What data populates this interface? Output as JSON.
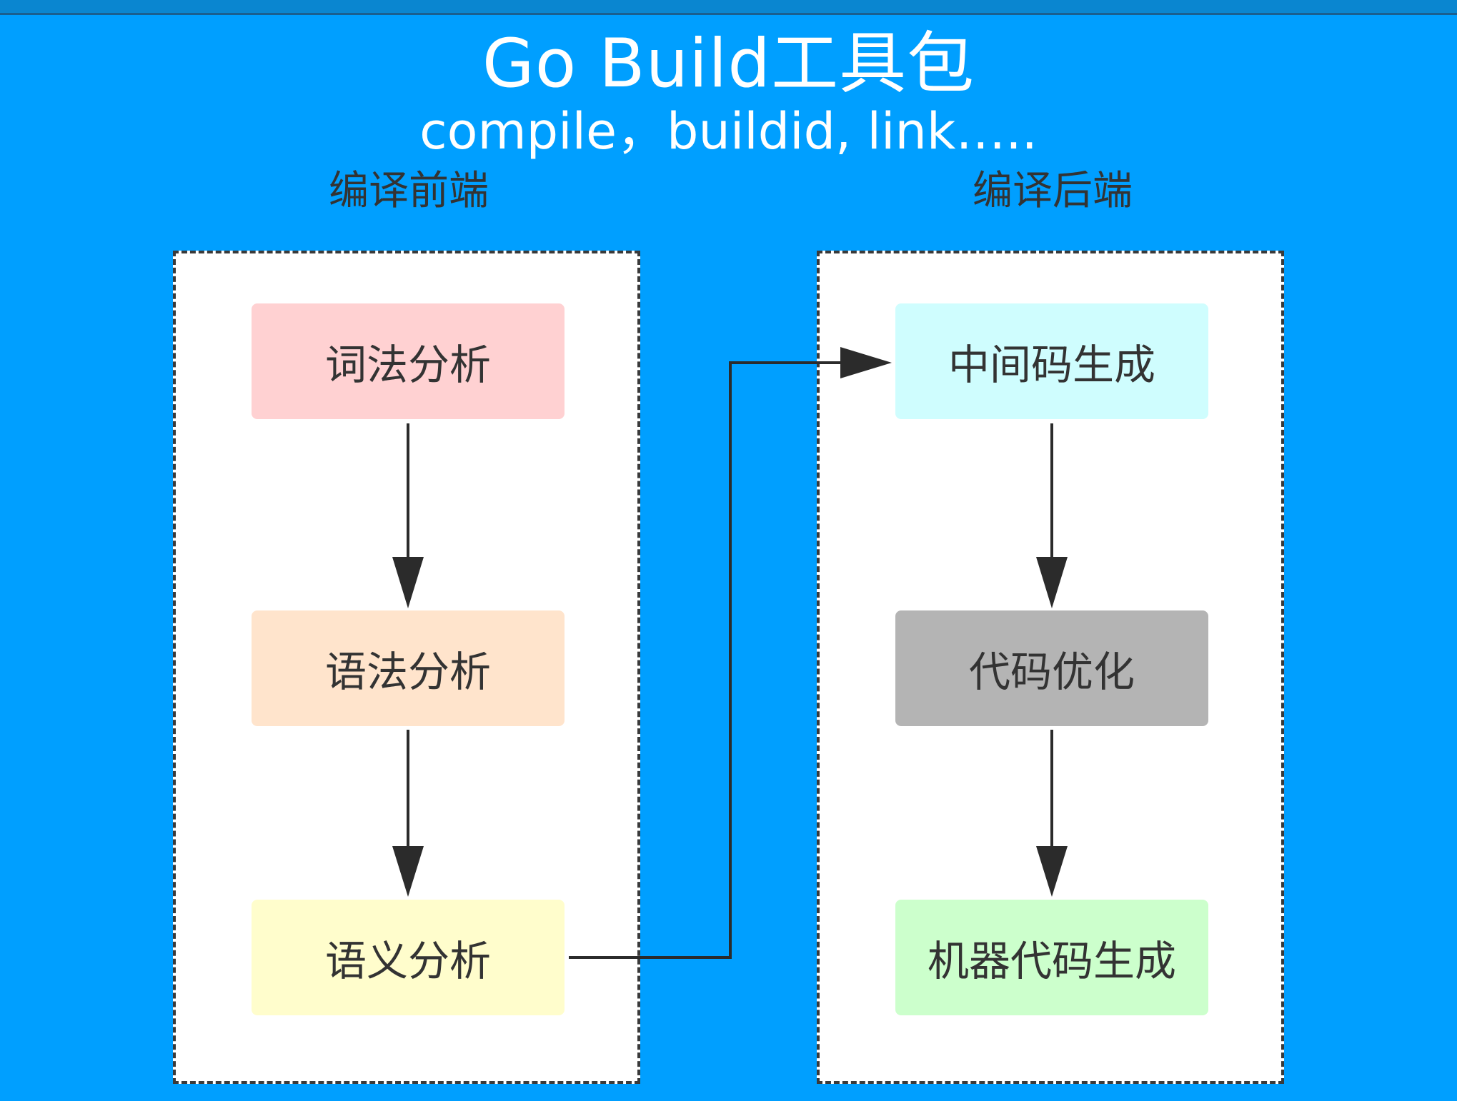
{
  "diagram": {
    "title": "Go Build工具包",
    "subtitle": "compile，buildid, link…..",
    "frontend": {
      "label": "编译前端",
      "nodes": [
        "词法分析",
        "语法分析",
        "语义分析"
      ]
    },
    "backend": {
      "label": "编译后端",
      "nodes": [
        "中间码生成",
        "代码优化",
        "机器代码生成"
      ]
    }
  },
  "colors": {
    "background": "#009fff",
    "lexical": "#ffd1d2",
    "syntax": "#ffe4cc",
    "semantic": "#fffdcc",
    "ir": "#cffdfe",
    "optimize": "#b4b4b4",
    "machine_code": "#ccffcc",
    "connector": "#2b2b2b"
  }
}
